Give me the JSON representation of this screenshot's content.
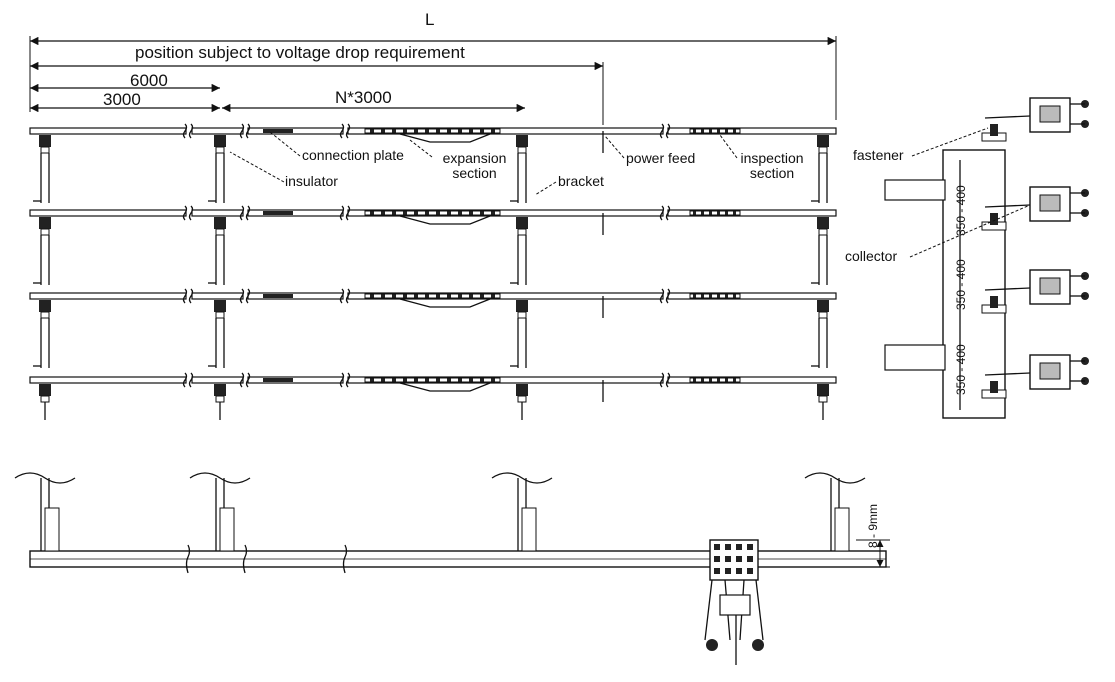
{
  "dimensions": {
    "total_length": "L",
    "feed_position": "position subject to voltage drop requirement",
    "dim_6000": "6000",
    "dim_3000": "3000",
    "dim_n3000": "N*3000"
  },
  "labels": {
    "connection_plate": "connection plate",
    "expansion_section": "expansion section",
    "power_feed": "power feed",
    "inspection_section": "inspection section",
    "insulator": "insulator",
    "bracket": "bracket",
    "fastener": "fastener",
    "collector": "collector",
    "spacing_top": "350 - 400",
    "spacing_mid": "350 - 400",
    "spacing_bot": "350 - 400",
    "gap": "8 - 9mm"
  }
}
